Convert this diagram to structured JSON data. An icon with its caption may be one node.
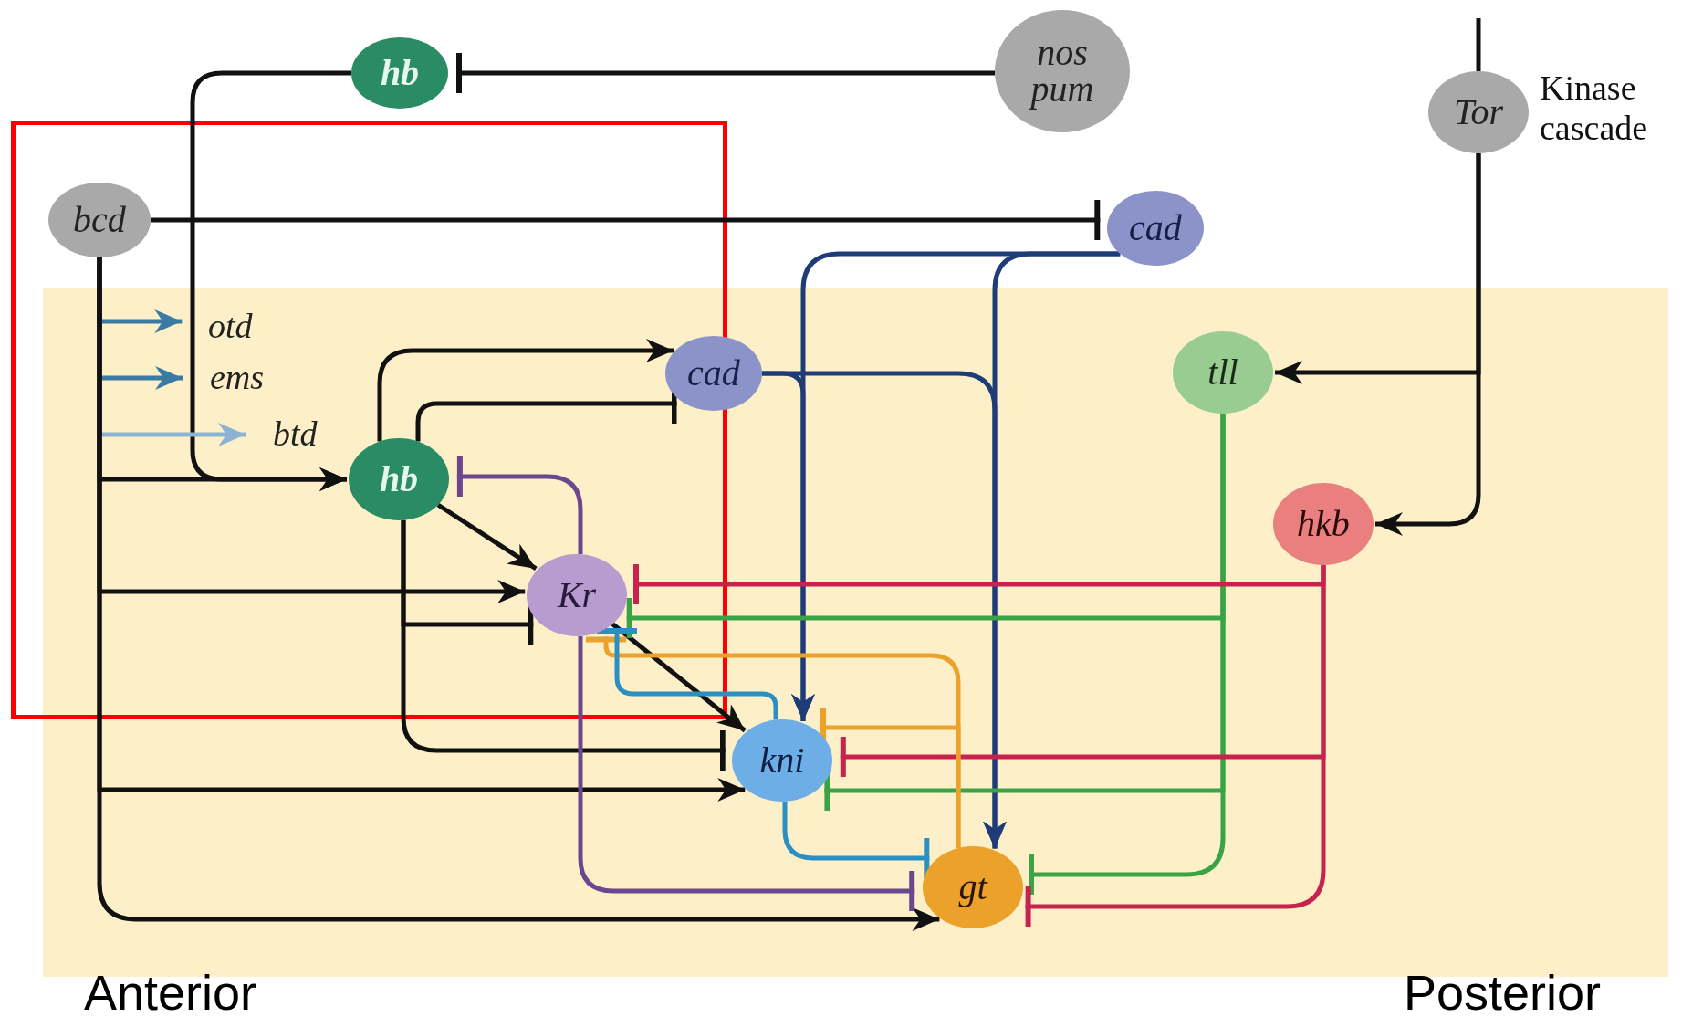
{
  "diagram": {
    "nodes": [
      {
        "text": [
          "hb"
        ]
      },
      {
        "text": [
          "nos pum"
        ]
      },
      {
        "text": [
          "Tor"
        ],
        "beside": [
          "Kinase cascade"
        ]
      },
      {
        "text": [
          "bcd"
        ]
      },
      {
        "text": [
          "cad"
        ]
      },
      {
        "text": [
          "otd"
        ]
      },
      {
        "text": [
          "ems"
        ]
      },
      {
        "text": [
          "btd"
        ]
      },
      {
        "text": [
          "cad"
        ]
      },
      {
        "text": [
          "tll"
        ]
      },
      {
        "text": [
          "hb"
        ]
      },
      {
        "text": [
          "hkb"
        ]
      },
      {
        "text": [
          "Kr"
        ]
      },
      {
        "text": [
          "kni"
        ]
      },
      {
        "text": [
          "gt"
        ]
      }
    ],
    "edges": [
      {
        "from": 1,
        "to": 0,
        "arrow": "other"
      },
      {
        "from": 0,
        "to": 10,
        "arrow": "to"
      },
      {
        "from": 3,
        "to": 4,
        "arrow": "other"
      },
      {
        "from": null,
        "to": 2,
        "arrow": "none"
      },
      {
        "from": 2,
        "to": 9,
        "arrow": "to"
      },
      {
        "from": 2,
        "to": 11,
        "arrow": "to"
      },
      {
        "from": 3,
        "to": 5,
        "arrow": "to",
        "color": "#3b7ba3"
      },
      {
        "from": 3,
        "to": 6,
        "arrow": "to",
        "color": "#3b7ba3"
      },
      {
        "from": 3,
        "to": 7,
        "arrow": "to",
        "color": "#8db3d3"
      },
      {
        "from": 3,
        "to": 10,
        "arrow": "to"
      },
      {
        "from": 3,
        "to": 12,
        "arrow": "to"
      },
      {
        "from": 3,
        "to": 13,
        "arrow": "to"
      },
      {
        "from": 3,
        "to": 14,
        "arrow": "to"
      },
      {
        "from": 10,
        "to": 8,
        "arrow": "to"
      },
      {
        "from": 10,
        "to": 8,
        "arrow": "other"
      },
      {
        "from": 10,
        "to": 12,
        "arrow": "to"
      },
      {
        "from": 10,
        "to": 12,
        "arrow": "other"
      },
      {
        "from": 10,
        "to": 13,
        "arrow": "other"
      },
      {
        "from": 12,
        "to": 10,
        "arrow": "other",
        "color": "#6d4690"
      },
      {
        "from": 12,
        "to": 13,
        "arrow": "to"
      },
      {
        "from": 12,
        "to": 14,
        "arrow": "other",
        "color": "#6d4690"
      },
      {
        "from": 4,
        "to": 13,
        "arrow": "to",
        "color": "#1d3c78"
      },
      {
        "from": 4,
        "to": 14,
        "arrow": "to",
        "color": "#1d3c78"
      },
      {
        "from": 8,
        "to": 13,
        "arrow": "to",
        "color": "#1d3c78"
      },
      {
        "from": 8,
        "to": 14,
        "arrow": "to",
        "color": "#1d3c78"
      },
      {
        "from": 9,
        "to": 12,
        "arrow": "other",
        "color": "#3aa346"
      },
      {
        "from": 9,
        "to": 13,
        "arrow": "other",
        "color": "#3aa346"
      },
      {
        "from": 9,
        "to": 14,
        "arrow": "other",
        "color": "#3aa346"
      },
      {
        "from": 11,
        "to": 12,
        "arrow": "other",
        "color": "#c8234f"
      },
      {
        "from": 11,
        "to": 13,
        "arrow": "other",
        "color": "#c8234f"
      },
      {
        "from": 11,
        "to": 14,
        "arrow": "other",
        "color": "#c8234f"
      },
      {
        "from": 14,
        "to": 12,
        "arrow": "other",
        "color": "#eba12a"
      },
      {
        "from": 14,
        "to": 13,
        "arrow": "other",
        "color": "#eba12a"
      },
      {
        "from": 13,
        "to": 12,
        "arrow": "other",
        "color": "#2b8fc1"
      },
      {
        "from": 13,
        "to": 14,
        "arrow": "other",
        "color": "#2b8fc1"
      }
    ],
    "labels": [
      "Anterior",
      "Posterior"
    ]
  }
}
